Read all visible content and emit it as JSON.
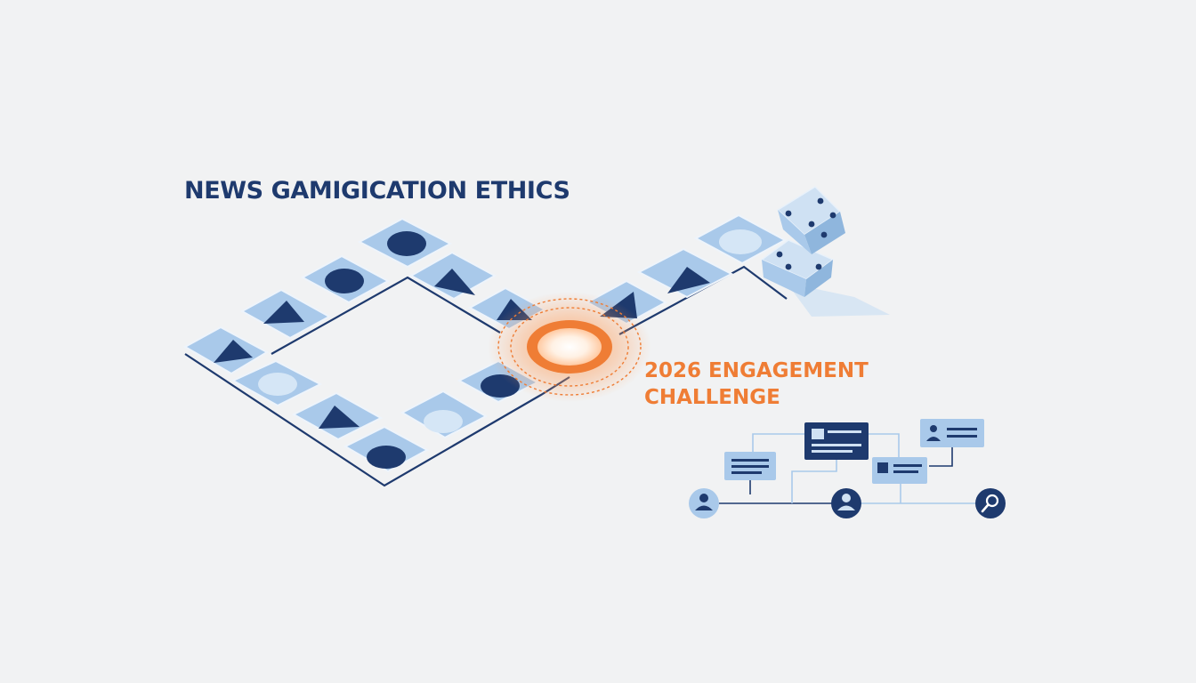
{
  "heading": "NEWS GAMIGICATION ETHICS",
  "callout": {
    "line1": "2026 ENGAGEMENT",
    "line2": "CHALLENGE"
  },
  "colors": {
    "background": "#f1f2f3",
    "navy": "#1e3a6e",
    "tile": "#a9c9ea",
    "tile_light": "#cfe1f3",
    "accent": "#ef7d35"
  },
  "board": {
    "tiles": [
      {
        "symbol": "circle"
      },
      {
        "symbol": "circle"
      },
      {
        "symbol": "triangle"
      },
      {
        "symbol": "triangle"
      },
      {
        "symbol": "faded-circle"
      },
      {
        "symbol": "triangle"
      },
      {
        "symbol": "circle"
      },
      {
        "symbol": "triangle"
      },
      {
        "symbol": "triangle"
      },
      {
        "symbol": "triangle"
      },
      {
        "symbol": "faded-circle"
      },
      {
        "symbol": "faded-circle"
      },
      {
        "symbol": "circle"
      }
    ],
    "highlighted_node": "engagement-target"
  },
  "network": {
    "icons": [
      "user-icon",
      "user-icon",
      "search-icon"
    ],
    "cards": 4
  }
}
